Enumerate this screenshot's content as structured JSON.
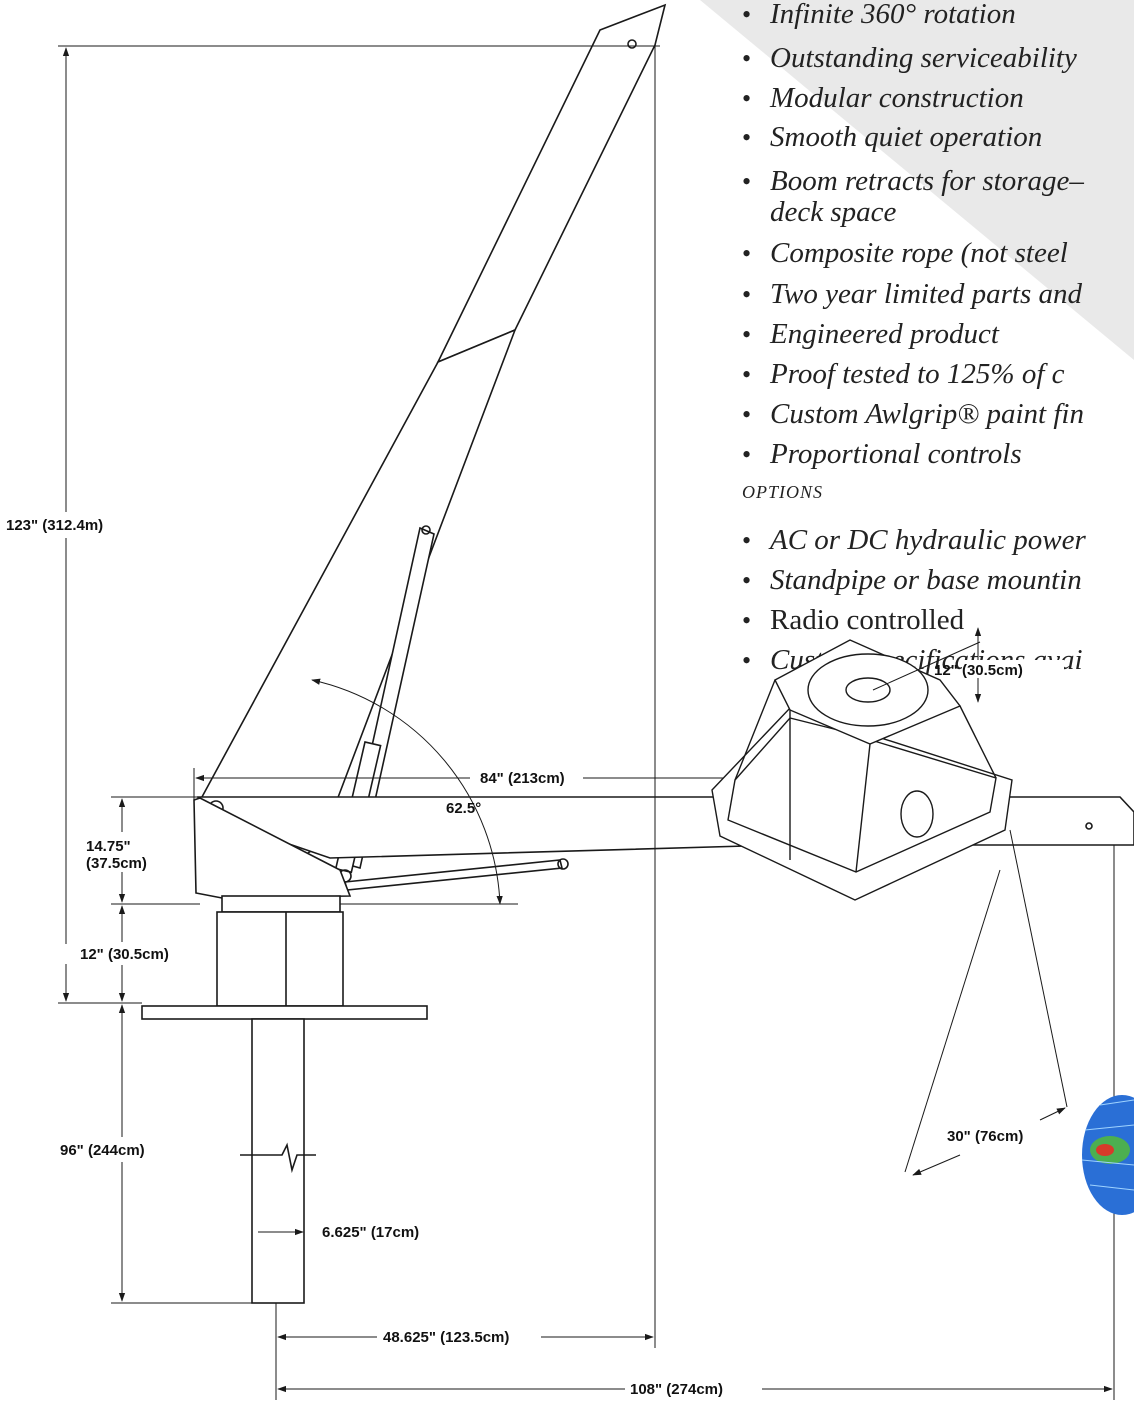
{
  "features": [
    {
      "text": "Infinite 360° rotation",
      "italic": true
    },
    {
      "text": "Outstanding serviceability",
      "italic": true
    },
    {
      "text": "Modular construction",
      "italic": true
    },
    {
      "text": "Smooth quiet operation",
      "italic": true
    },
    {
      "text": "Boom retracts for storage–",
      "cont": "deck space",
      "italic": true
    },
    {
      "text": "Composite rope (not steel",
      "italic": true
    },
    {
      "text": "Two year limited parts and",
      "italic": true
    },
    {
      "text": "Engineered product",
      "italic": true
    },
    {
      "text": "Proof tested to 125% of c",
      "italic": true
    },
    {
      "text": "Custom Awlgrip® paint fin",
      "italic": true
    },
    {
      "text": "Proportional controls",
      "italic": true
    }
  ],
  "options_heading": "OPTIONS",
  "options": [
    {
      "text": "AC or DC hydraulic power",
      "italic": true
    },
    {
      "text": "Standpipe or base mountin",
      "italic": true
    },
    {
      "text": "Radio controlled",
      "italic": false
    },
    {
      "text": "Custom specifications avai",
      "italic": true
    }
  ],
  "dimensions": {
    "overall_height": "123\" (312.4m)",
    "boom_reach": "84\" (213cm)",
    "boom_angle": "62.5°",
    "base_height_line1": "14.75\"",
    "base_height_line2": "(37.5cm)",
    "pedestal_height": "12\" (30.5cm)",
    "standpipe_height": "96\" (244cm)",
    "pipe_diameter": "6.625\" (17cm)",
    "to_tip_horizontal": "48.625\" (123.5cm)",
    "total_reach": "108\" (274cm)",
    "base_plate_height": "12\" (30.5cm)",
    "base_plate_width": "30\" (76cm)"
  },
  "colors": {
    "line": "#1a1a1a",
    "panel": "#e9e9e9",
    "fea_blue": "#2a6fd6",
    "fea_red": "#d83a2a",
    "fea_green": "#4caf50"
  }
}
